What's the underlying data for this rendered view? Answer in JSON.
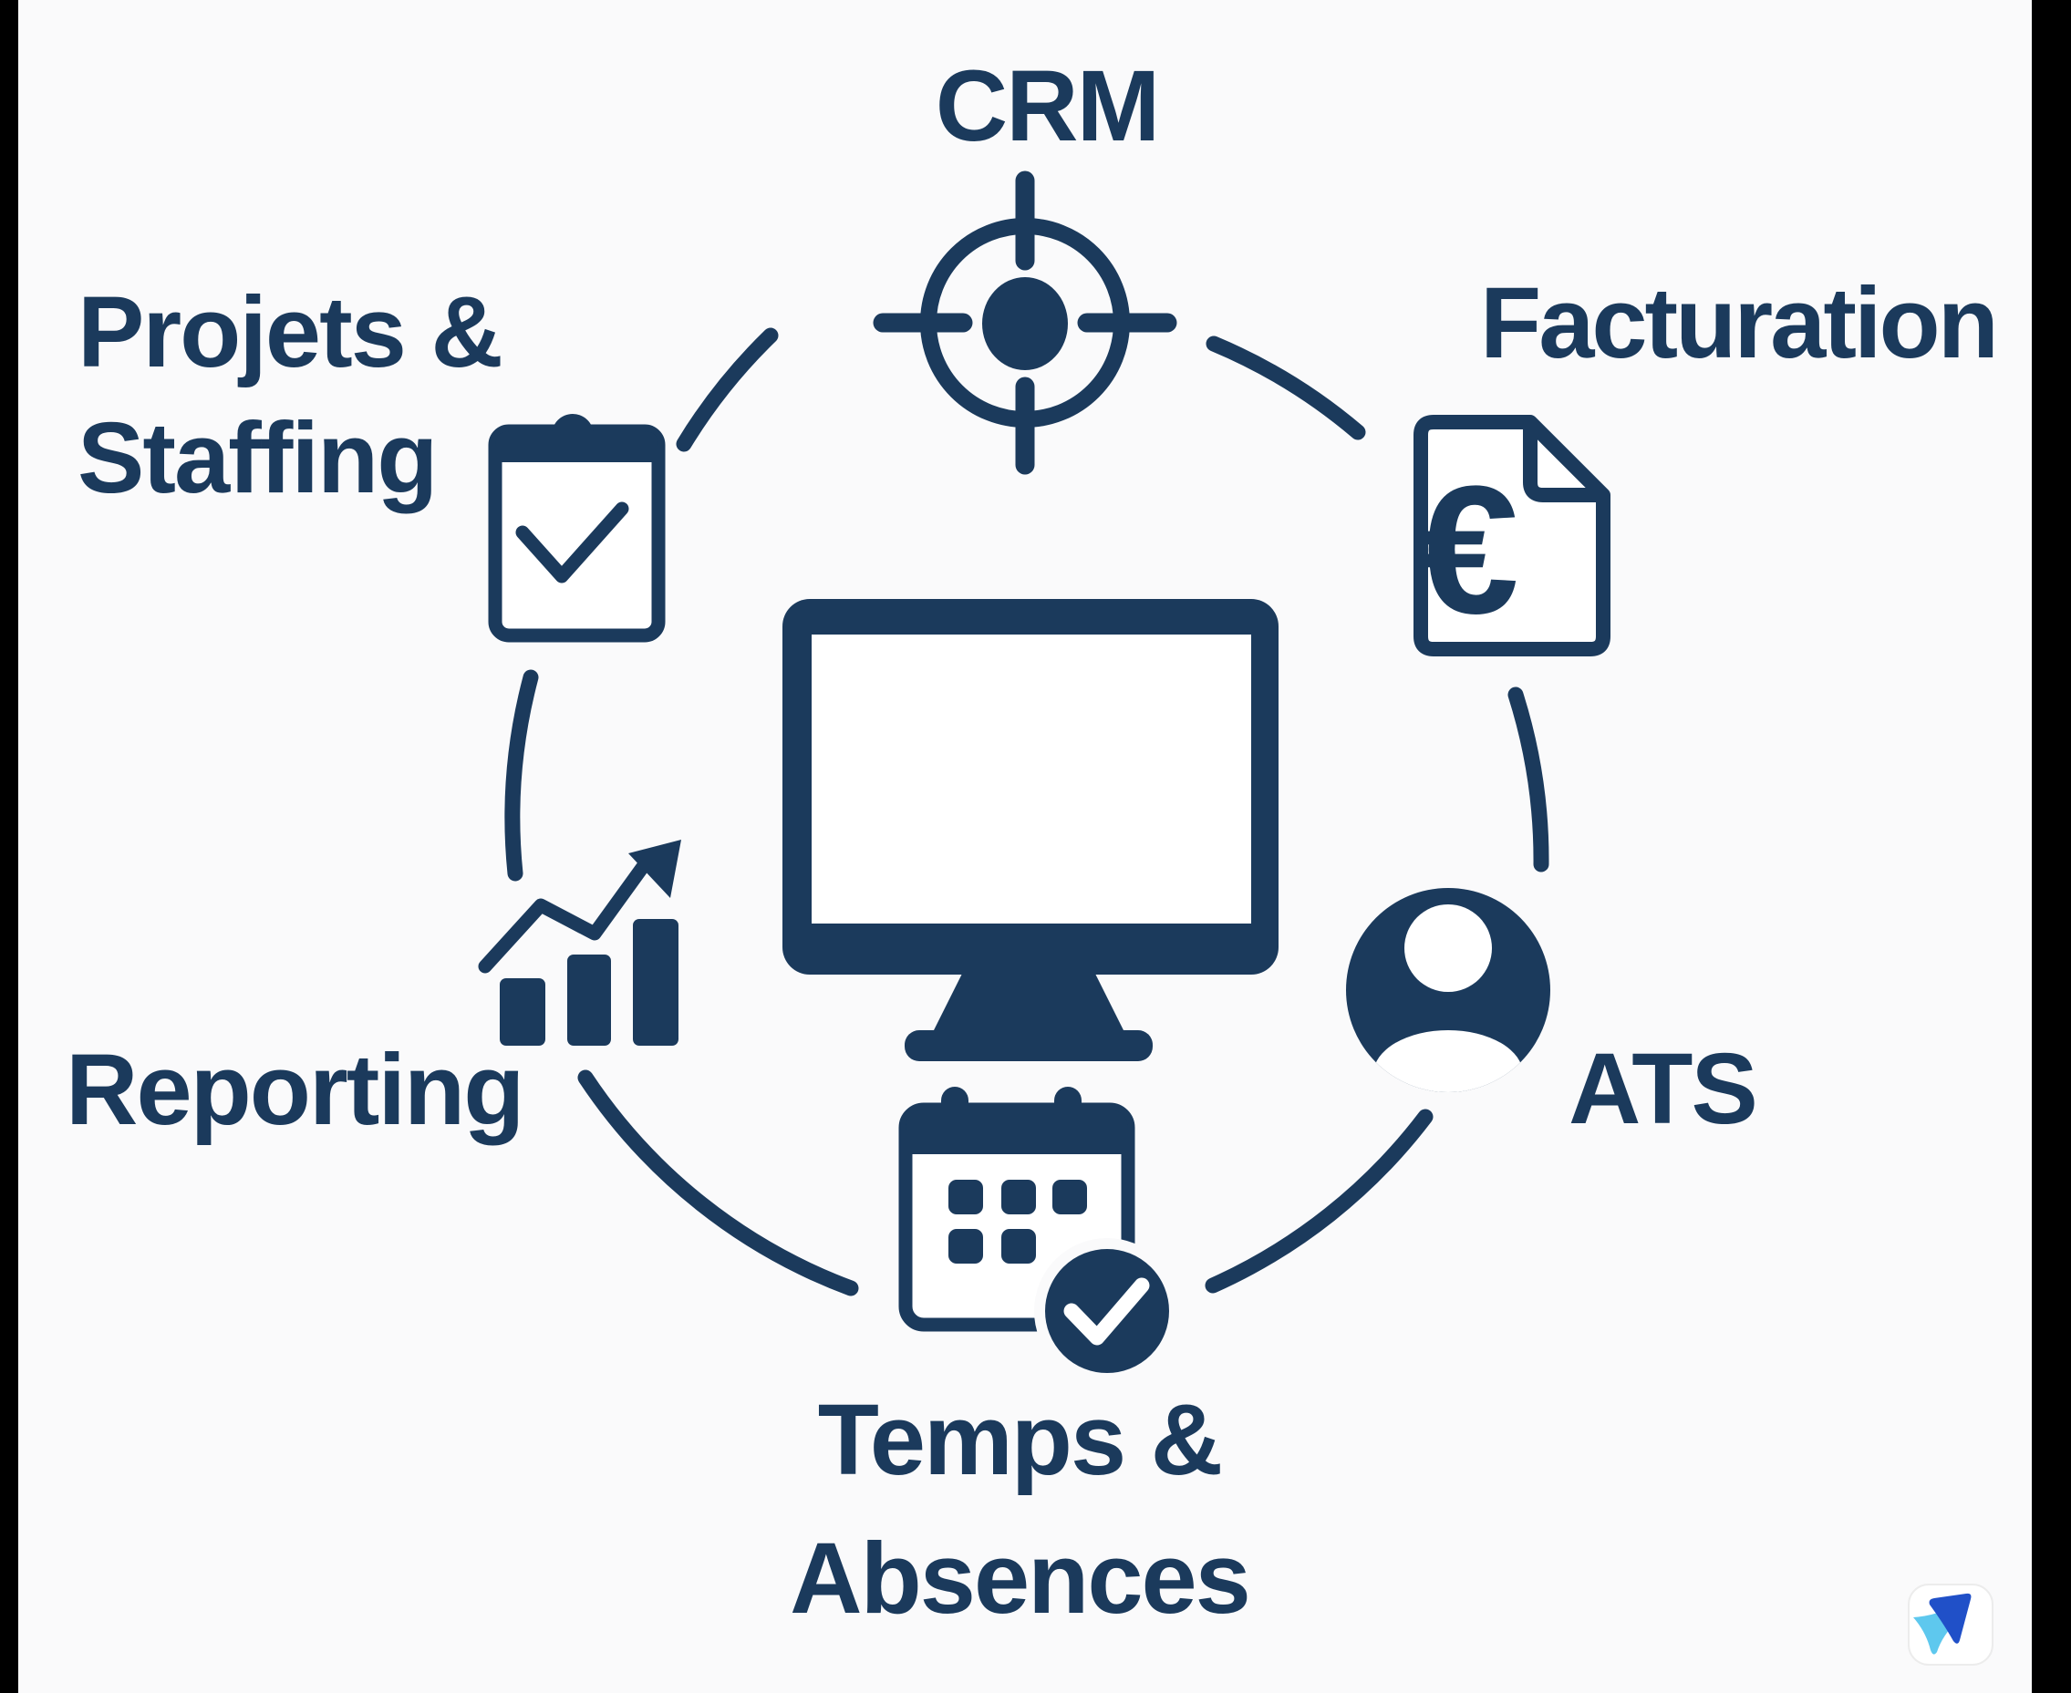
{
  "background": {
    "color": "#fafafb",
    "pillar_color": "#000000"
  },
  "colors": {
    "navy": "#1b3a5c",
    "logo_dark": "#2050c8",
    "logo_light": "#5ec8ee",
    "logo_bg": "#ffffff"
  },
  "diagram": {
    "center": {
      "icon": "monitor-icon"
    },
    "features": [
      {
        "id": "crm",
        "label": "CRM",
        "icon": "target-icon",
        "position": "top"
      },
      {
        "id": "facturation",
        "label": "Facturation",
        "icon": "invoice-euro-icon",
        "currency_symbol": "€",
        "position": "top-right"
      },
      {
        "id": "ats",
        "label": "ATS",
        "icon": "user-icon",
        "position": "right"
      },
      {
        "id": "temps-absences",
        "label_line1": "Temps &",
        "label_line2": "Absences",
        "icon": "calendar-check-icon",
        "position": "bottom"
      },
      {
        "id": "reporting",
        "label": "Reporting",
        "icon": "bar-chart-icon",
        "position": "bottom-left"
      },
      {
        "id": "projets-staffing",
        "label_line1": "Projets &",
        "label_line2": "Staffing",
        "icon": "clipboard-check-icon",
        "position": "top-left"
      }
    ]
  },
  "branding": {
    "logo": "arrow-logo"
  }
}
